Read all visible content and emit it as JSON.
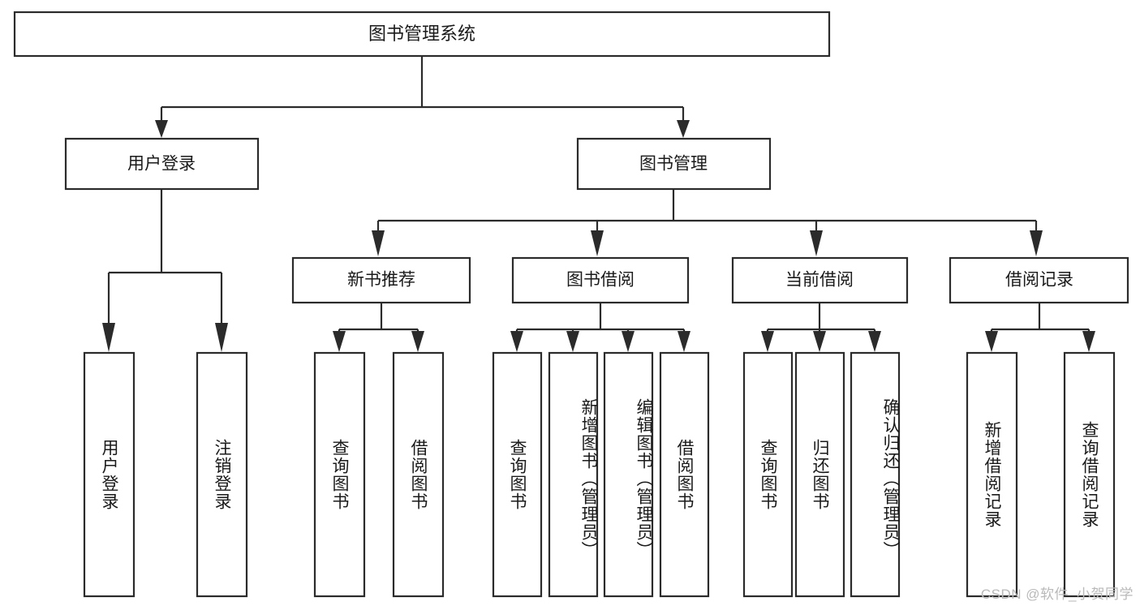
{
  "diagram": {
    "type": "tree",
    "title": "图书管理系统",
    "root": {
      "id": "root",
      "label": "图书管理系统",
      "orientation": "horizontal"
    },
    "level1": [
      {
        "id": "user-login",
        "label": "用户登录",
        "orientation": "horizontal"
      },
      {
        "id": "book-management",
        "label": "图书管理",
        "orientation": "horizontal"
      }
    ],
    "level2": [
      {
        "id": "new-book-recommend",
        "label": "新书推荐",
        "parent": "book-management",
        "orientation": "horizontal"
      },
      {
        "id": "book-borrow",
        "label": "图书借阅",
        "parent": "book-management",
        "orientation": "horizontal"
      },
      {
        "id": "current-borrow",
        "label": "当前借阅",
        "parent": "book-management",
        "orientation": "horizontal"
      },
      {
        "id": "borrow-record",
        "label": "借阅记录",
        "parent": "book-management",
        "orientation": "horizontal"
      }
    ],
    "leaves": [
      {
        "id": "leaf-user-login",
        "label": "用户登录",
        "parent": "user-login",
        "orientation": "vertical"
      },
      {
        "id": "leaf-logout-login",
        "label": "注销登录",
        "parent": "user-login",
        "orientation": "vertical"
      },
      {
        "id": "leaf-query-book-1",
        "label": "查询图书",
        "parent": "new-book-recommend",
        "orientation": "vertical"
      },
      {
        "id": "leaf-borrow-book-1",
        "label": "借阅图书",
        "parent": "new-book-recommend",
        "orientation": "vertical"
      },
      {
        "id": "leaf-query-book-2",
        "label": "查询图书",
        "parent": "book-borrow",
        "orientation": "vertical"
      },
      {
        "id": "leaf-add-book",
        "label": "新增图书（管理员）",
        "parent": "book-borrow",
        "orientation": "vertical"
      },
      {
        "id": "leaf-edit-book",
        "label": "编辑图书（管理员）",
        "parent": "book-borrow",
        "orientation": "vertical"
      },
      {
        "id": "leaf-borrow-book-2",
        "label": "借阅图书",
        "parent": "book-borrow",
        "orientation": "vertical"
      },
      {
        "id": "leaf-query-book-3",
        "label": "查询图书",
        "parent": "current-borrow",
        "orientation": "vertical"
      },
      {
        "id": "leaf-return-book",
        "label": "归还图书",
        "parent": "current-borrow",
        "orientation": "vertical"
      },
      {
        "id": "leaf-confirm-return",
        "label": "确认归还（管理员）",
        "parent": "current-borrow",
        "orientation": "vertical"
      },
      {
        "id": "leaf-add-record",
        "label": "新增借阅记录",
        "parent": "borrow-record",
        "orientation": "vertical"
      },
      {
        "id": "leaf-query-record",
        "label": "查询借阅记录",
        "parent": "borrow-record",
        "orientation": "vertical"
      }
    ],
    "colors": {
      "box_stroke": "#2b2b2b",
      "box_fill": "#ffffff",
      "text": "#1a1a1a",
      "background": "#ffffff",
      "watermark": "#b9b9b9"
    }
  },
  "watermark": {
    "text": "CSDN @软件_小贺同学"
  }
}
